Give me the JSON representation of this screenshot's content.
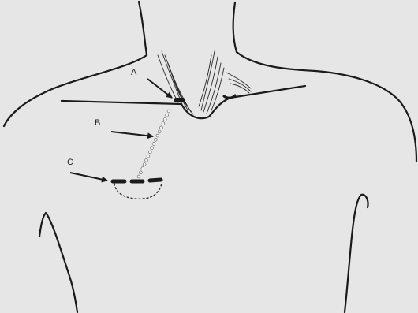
{
  "labels": {
    "a": "A",
    "b": "B",
    "c": "C"
  },
  "colors": {
    "paper": "#e6e6e6",
    "ink": "#1a1a1a",
    "dots": "#f4f4f4"
  }
}
